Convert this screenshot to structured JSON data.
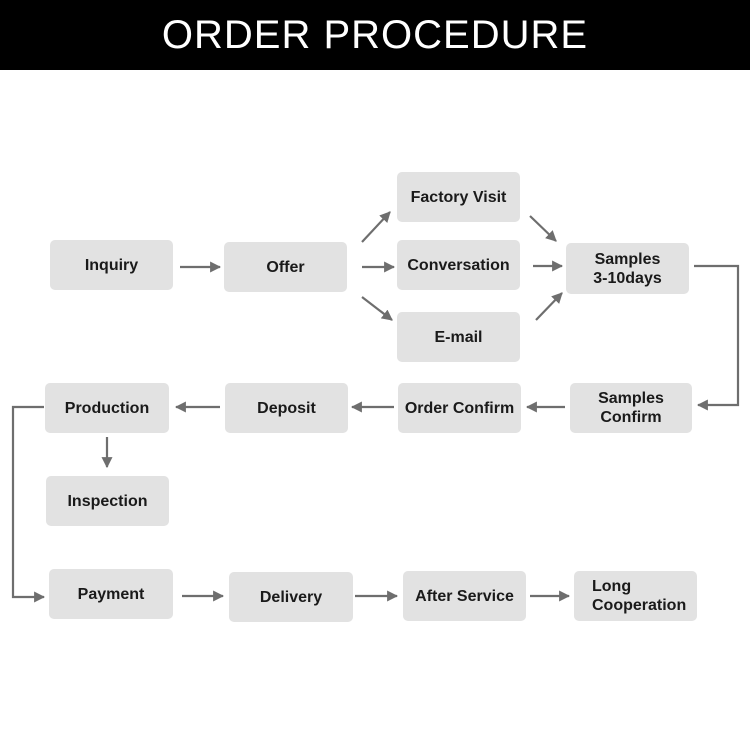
{
  "header": {
    "title": "ORDER PROCEDURE"
  },
  "colors": {
    "header_background": "#000000",
    "header_text": "#ffffff",
    "node_fill": "#e2e2e2",
    "node_text": "#1a1a1a",
    "arrow": "#6e6e6e"
  },
  "steps": {
    "inquiry": "Inquiry",
    "offer": "Offer",
    "factory_visit": "Factory Visit",
    "conversation": "Conversation",
    "email": "E-mail",
    "samples": "Samples\n3-10days",
    "samples_confirm": "Samples\nConfirm",
    "order_confirm": "Order Confirm",
    "deposit": "Deposit",
    "production": "Production",
    "inspection": "Inspection",
    "payment": "Payment",
    "delivery": "Delivery",
    "after_service": "After Service",
    "long_cooperation": "Long\nCooperation"
  }
}
